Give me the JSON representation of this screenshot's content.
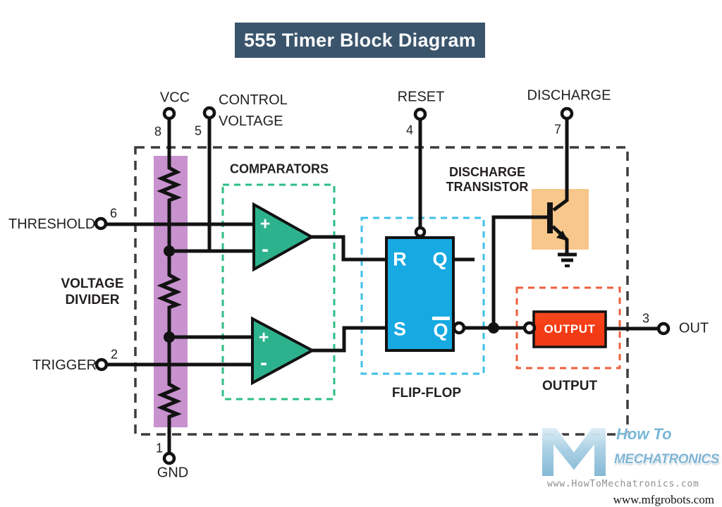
{
  "title": "555 Timer Block Diagram",
  "pins": {
    "vcc": {
      "label": "VCC",
      "number": "8"
    },
    "control_voltage": {
      "label_line1": "CONTROL",
      "label_line2": "VOLTAGE",
      "number": "5"
    },
    "reset": {
      "label": "RESET",
      "number": "4"
    },
    "discharge": {
      "label": "DISCHARGE",
      "number": "7"
    },
    "threshold": {
      "label": "THRESHOLD",
      "number": "6"
    },
    "trigger": {
      "label": "TRIGGER",
      "number": "2"
    },
    "gnd": {
      "label": "GND",
      "number": "1"
    },
    "out": {
      "label": "OUT",
      "number": "3"
    }
  },
  "sections": {
    "voltage_divider_line1": "VOLTAGE",
    "voltage_divider_line2": "DIVIDER",
    "comparators": "COMPARATORS",
    "flip_flop": "FLIP-FLOP",
    "discharge_transistor_line1": "DISCHARGE",
    "discharge_transistor_line2": "TRANSISTOR",
    "output": "OUTPUT"
  },
  "flip_flop_pins": {
    "r": "R",
    "q": "Q",
    "s": "S",
    "q_bar": "Q"
  },
  "comparator_signs": {
    "plus": "+",
    "minus": "-"
  },
  "output_block_label": "OUTPUT",
  "watermark": {
    "how_to": "How To",
    "brand": "MECHATRONICS",
    "url": "www.HowToMechatronics.com"
  },
  "footer": "www.mfgrobots.com",
  "colors": {
    "wire": "#121212",
    "title_bg": "#3a546c",
    "voltage_divider_purple": "#c792ce",
    "comparator_teal": "#2db28e",
    "comparator_dash_green": "#2ebd85",
    "flip_flop_blue": "#17a9e1",
    "flip_flop_dash_cyan": "#3fbfe8",
    "transistor_orange": "#f7c78b",
    "output_red": "#f43f17",
    "output_dash_red": "#ef5f3c",
    "outer_dash_gray": "#3d3d3d"
  }
}
